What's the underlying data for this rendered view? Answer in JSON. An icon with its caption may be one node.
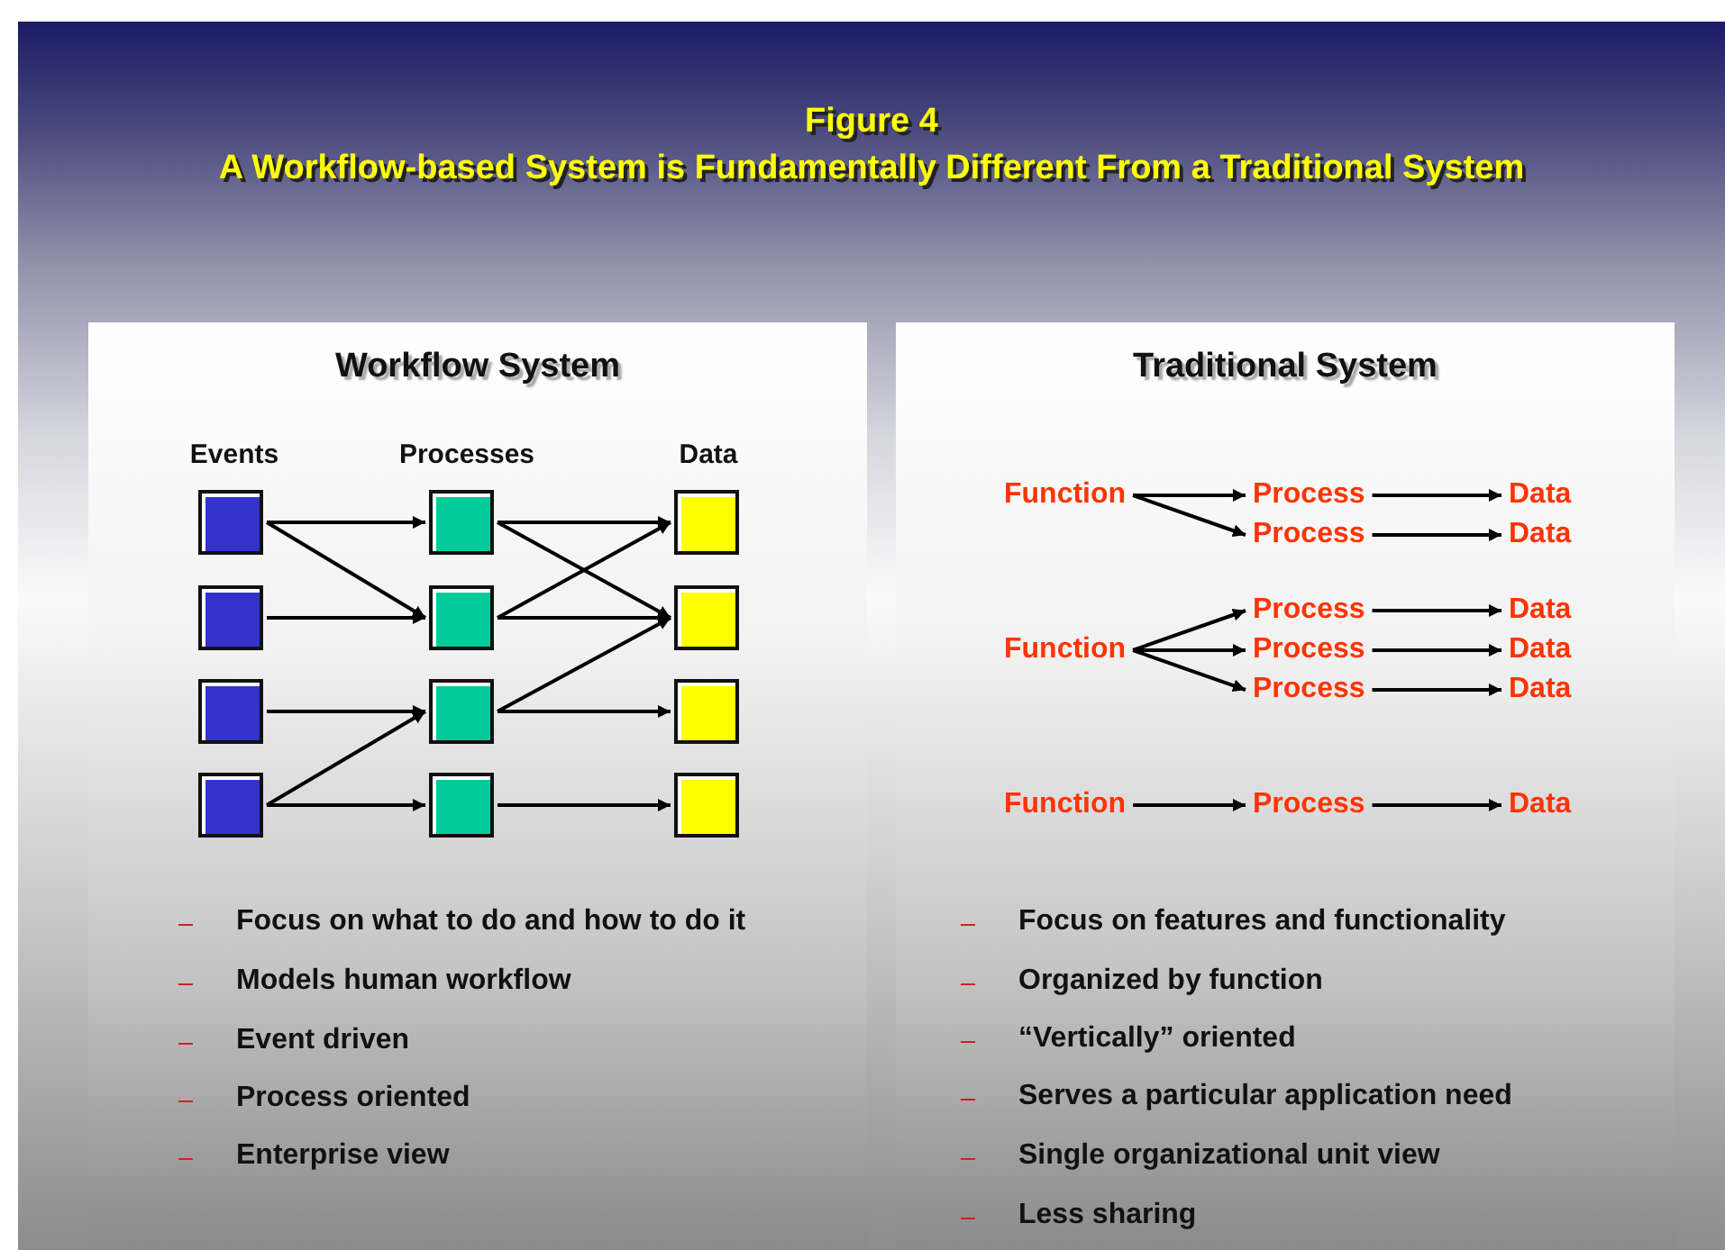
{
  "diagram": {
    "title": "A Workflow-based System is Fundamentally Different From a Traditional System",
    "nodes": [
      {
        "text": [
          "Workflow System"
        ]
      },
      {
        "text": [],
        "shape": "box",
        "in": 0
      },
      {
        "text": [],
        "shape": "box",
        "in": 0
      },
      {
        "text": [],
        "shape": "box",
        "in": 0
      },
      {
        "text": [],
        "shape": "box",
        "in": 0
      },
      {
        "text": [],
        "shape": "box",
        "in": 0
      },
      {
        "text": [],
        "shape": "box",
        "in": 0
      },
      {
        "text": [],
        "shape": "box",
        "in": 0
      },
      {
        "text": [],
        "shape": "box",
        "in": 0
      },
      {
        "text": [],
        "shape": "box",
        "in": 0
      },
      {
        "text": [],
        "shape": "box",
        "in": 0
      },
      {
        "text": [],
        "shape": "box",
        "in": 0
      },
      {
        "text": [],
        "shape": "box",
        "in": 0
      },
      {
        "text": [
          "Traditional System"
        ]
      },
      {
        "text": [
          "Function"
        ],
        "in": 13
      },
      {
        "text": [
          "Process"
        ],
        "in": 13
      },
      {
        "text": [
          "Data"
        ],
        "in": 13
      },
      {
        "text": [
          "Process"
        ],
        "in": 13
      },
      {
        "text": [
          "Data"
        ],
        "in": 13
      },
      {
        "text": [
          "Process"
        ],
        "in": 13
      },
      {
        "text": [
          "Data"
        ],
        "in": 13
      },
      {
        "text": [
          "Function"
        ],
        "in": 13
      },
      {
        "text": [
          "Process"
        ],
        "in": 13
      },
      {
        "text": [
          "Data"
        ],
        "in": 13
      },
      {
        "text": [
          "Process"
        ],
        "in": 13
      },
      {
        "text": [
          "Data"
        ],
        "in": 13
      },
      {
        "text": [
          "Function"
        ],
        "in": 13
      },
      {
        "text": [
          "Process"
        ],
        "in": 13
      },
      {
        "text": [
          "Data"
        ],
        "in": 13
      }
    ],
    "edges": [
      {
        "from": 1,
        "to": 5,
        "arrow": "to"
      },
      {
        "from": 1,
        "to": 6,
        "arrow": "to"
      },
      {
        "from": 2,
        "to": 6,
        "arrow": "to"
      },
      {
        "from": 3,
        "to": 7,
        "arrow": "to"
      },
      {
        "from": 4,
        "to": 7,
        "arrow": "to"
      },
      {
        "from": 4,
        "to": 8,
        "arrow": "to"
      },
      {
        "from": 5,
        "to": 9,
        "arrow": "to"
      },
      {
        "from": 5,
        "to": 10,
        "arrow": "to"
      },
      {
        "from": 6,
        "to": 9,
        "arrow": "to"
      },
      {
        "from": 6,
        "to": 10,
        "arrow": "to"
      },
      {
        "from": 7,
        "to": 10,
        "arrow": "to"
      },
      {
        "from": 7,
        "to": 11,
        "arrow": "to"
      },
      {
        "from": 8,
        "to": 12,
        "arrow": "to"
      },
      {
        "from": 14,
        "to": 15,
        "arrow": "to"
      },
      {
        "from": 14,
        "to": 17,
        "arrow": "to"
      },
      {
        "from": 15,
        "to": 16,
        "arrow": "to"
      },
      {
        "from": 17,
        "to": 18,
        "arrow": "to"
      },
      {
        "from": 21,
        "to": 19,
        "arrow": "to"
      },
      {
        "from": 21,
        "to": 22,
        "arrow": "to"
      },
      {
        "from": 21,
        "to": 24,
        "arrow": "to"
      },
      {
        "from": 19,
        "to": 20,
        "arrow": "to"
      },
      {
        "from": 22,
        "to": 23,
        "arrow": "to"
      },
      {
        "from": 24,
        "to": 25,
        "arrow": "to"
      },
      {
        "from": 26,
        "to": 27,
        "arrow": "to"
      },
      {
        "from": 27,
        "to": 28,
        "arrow": "to"
      }
    ],
    "labels": [
      "Figure 4",
      "Events",
      "Processes",
      "Data",
      "Focus on what to do and how to do it",
      "Models human workflow",
      "Event driven",
      "Process oriented",
      "Enterprise view",
      "Focus on features and functionality",
      "Organized by function",
      "“Vertically” oriented",
      "Serves a particular application need",
      "Single organizational unit view",
      "Less sharing"
    ]
  }
}
